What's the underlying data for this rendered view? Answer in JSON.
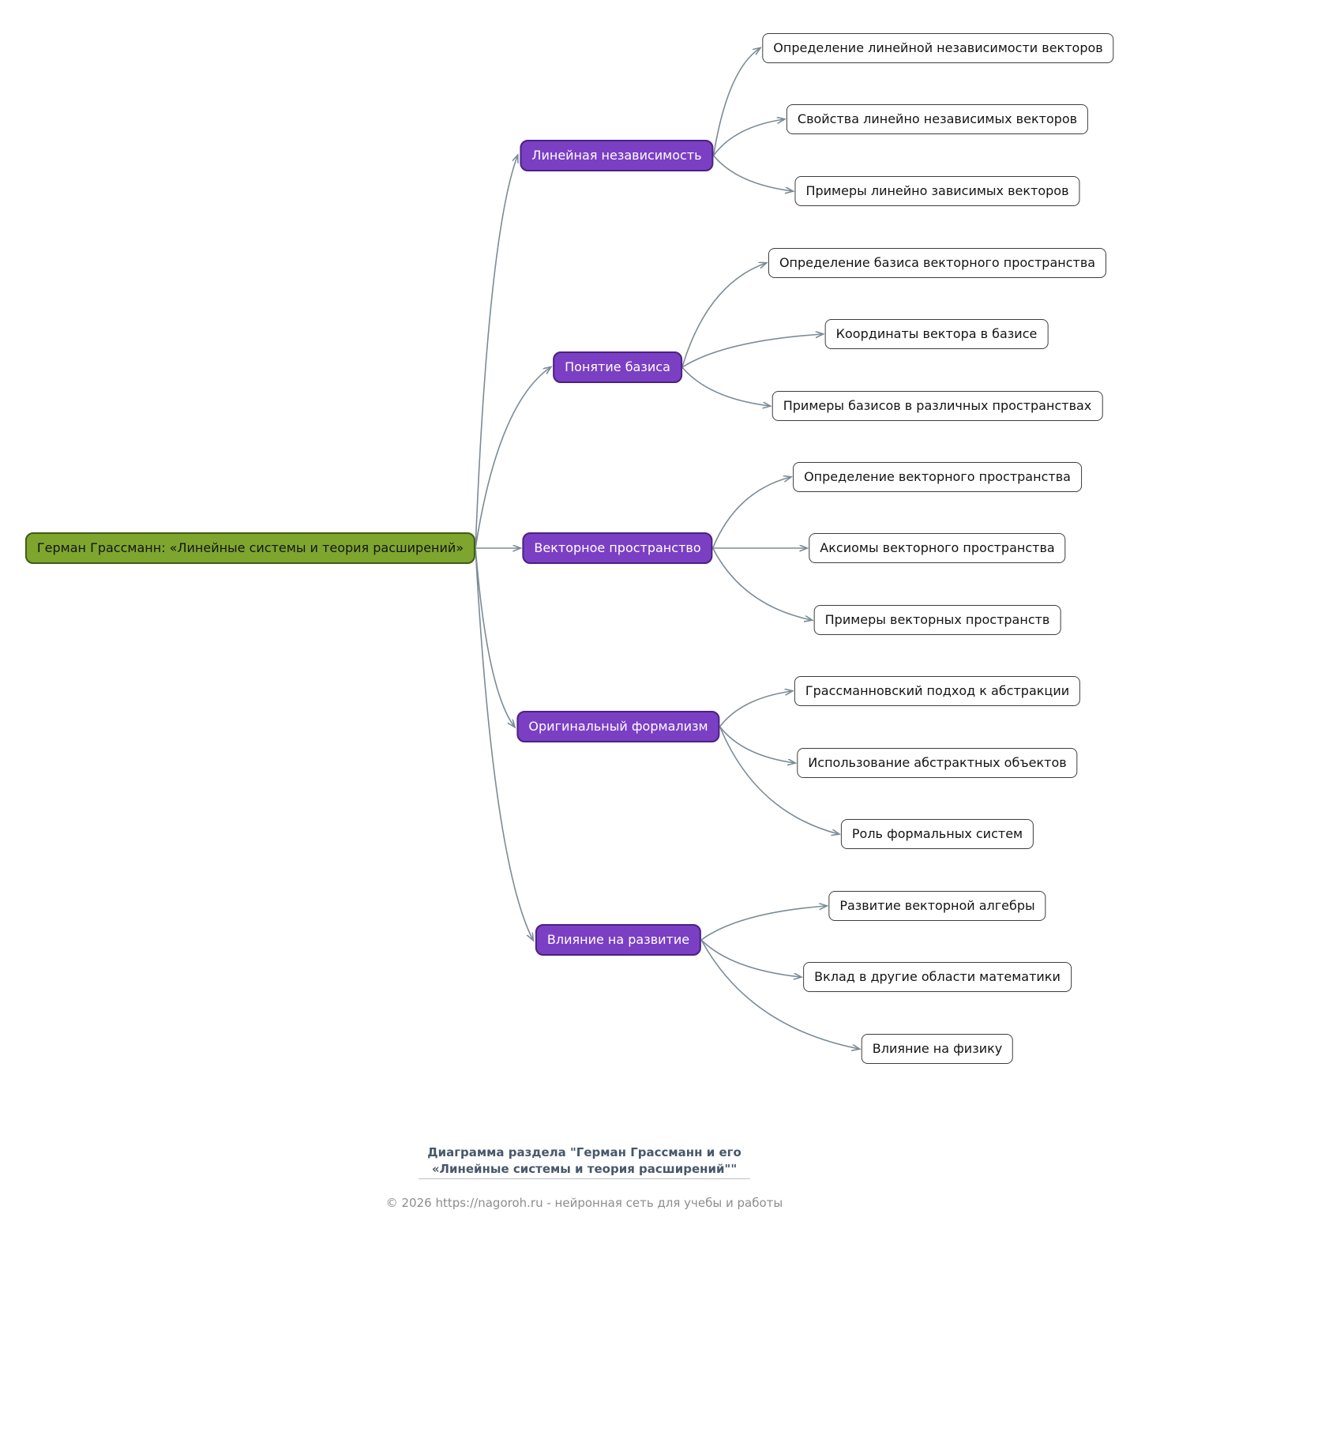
{
  "diagram": {
    "root": {
      "label": "Герман Грассманн: «Линейные системы и теория расширений»"
    },
    "branches": [
      {
        "label": "Линейная независимость",
        "children": [
          "Определение линейной независимости векторов",
          "Свойства линейно независимых векторов",
          "Примеры линейно зависимых векторов"
        ]
      },
      {
        "label": "Понятие базиса",
        "children": [
          "Определение базиса векторного пространства",
          "Координаты вектора в базисе",
          "Примеры базисов в различных пространствах"
        ]
      },
      {
        "label": "Векторное пространство",
        "children": [
          "Определение векторного пространства",
          "Аксиомы векторного пространства",
          "Примеры векторных пространств"
        ]
      },
      {
        "label": "Оригинальный формализм",
        "children": [
          "Грассманновский подход к абстракции",
          "Использование абстрактных объектов",
          "Роль формальных систем"
        ]
      },
      {
        "label": "Влияние на развитие",
        "children": [
          "Развитие векторной алгебры",
          "Вклад в другие области математики",
          "Влияние на физику"
        ]
      }
    ]
  },
  "caption": {
    "line1": "Диаграмма раздела \"Герман Грассманн и его",
    "line2": "«Линейные системы и теория расширений\"\""
  },
  "footer": {
    "text": "© 2026 https://nagoroh.ru - нейронная сеть для учебы и работы"
  },
  "colors": {
    "root_fill": "#7ea62e",
    "root_border": "#3f5c12",
    "branch_fill": "#7b3fc4",
    "branch_border": "#4b2183",
    "leaf_border": "#3d3d3d",
    "edge": "#7b8b96",
    "caption_text": "#47586b",
    "footer_text": "#8d8d8d"
  }
}
